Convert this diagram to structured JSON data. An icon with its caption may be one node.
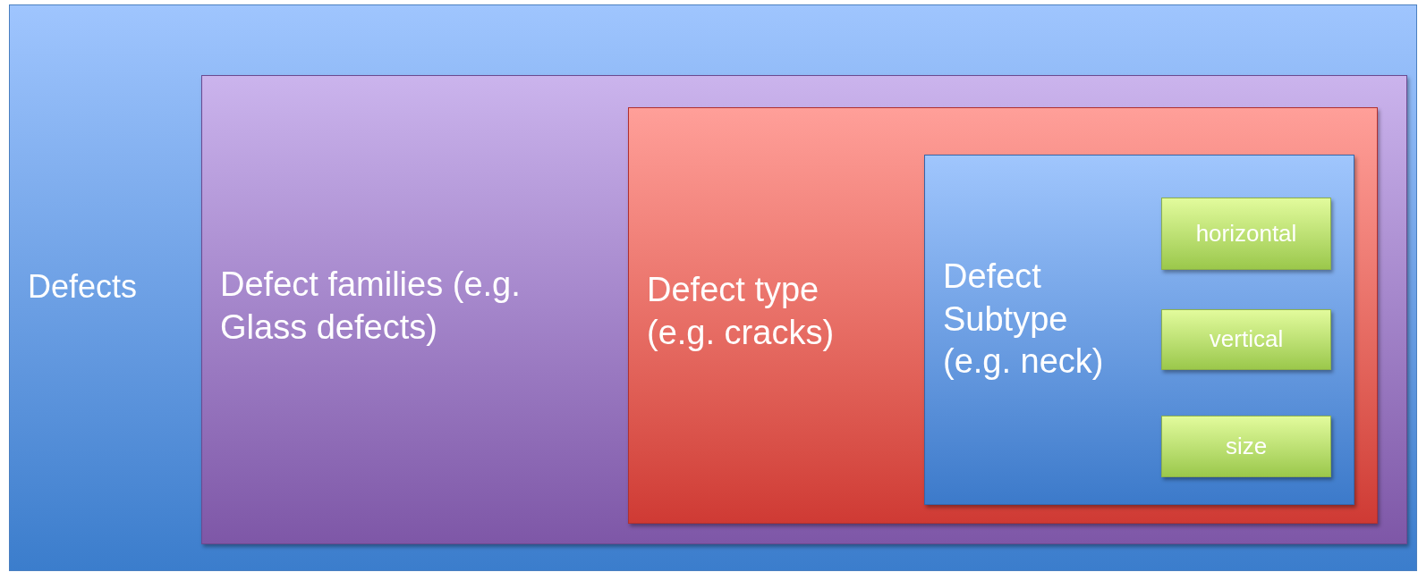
{
  "diagram": {
    "nodes": [
      {
        "text": [
          "Defects"
        ]
      },
      {
        "text": [
          "Defect families (e.g. Glass defects)"
        ],
        "in": 0
      },
      {
        "text": [
          "Defect type (e.g. cracks)"
        ],
        "in": 1
      },
      {
        "text": [
          "Defect Subtype (e.g. neck)"
        ],
        "in": 2
      },
      {
        "text": [
          "horizontal"
        ],
        "in": 3
      },
      {
        "text": [
          "vertical"
        ],
        "in": 3
      },
      {
        "text": [
          "size"
        ],
        "in": 3
      }
    ]
  }
}
